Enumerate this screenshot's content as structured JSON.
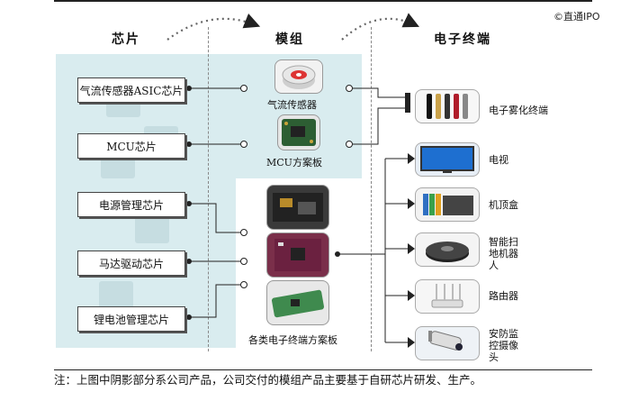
{
  "watermark": "©直通IPO",
  "columns": {
    "chips": "芯片",
    "modules": "模组",
    "terminals": "电子终端"
  },
  "chips": [
    {
      "label": "气流传感器ASIC芯片"
    },
    {
      "label": "MCU芯片"
    },
    {
      "label": "电源管理芯片"
    },
    {
      "label": "马达驱动芯片"
    },
    {
      "label": "锂电池管理芯片"
    }
  ],
  "modules": [
    {
      "label": "气流传感器"
    },
    {
      "label": "MCU方案板"
    },
    {
      "label": "各类电子终端方案板"
    }
  ],
  "terminals": [
    {
      "label": "电子雾化终端"
    },
    {
      "label": "电视"
    },
    {
      "label": "机顶盒"
    },
    {
      "label": "智能扫地机器人"
    },
    {
      "label": "路由器"
    },
    {
      "label": "安防监控摄像头"
    }
  ],
  "note": "注：上图中阴影部分系公司产品，公司交付的模组产品主要基于自研芯片研发、生产。",
  "colors": {
    "shade": "#d9ecef",
    "line": "#222222",
    "arrow_dots": "#666666"
  }
}
